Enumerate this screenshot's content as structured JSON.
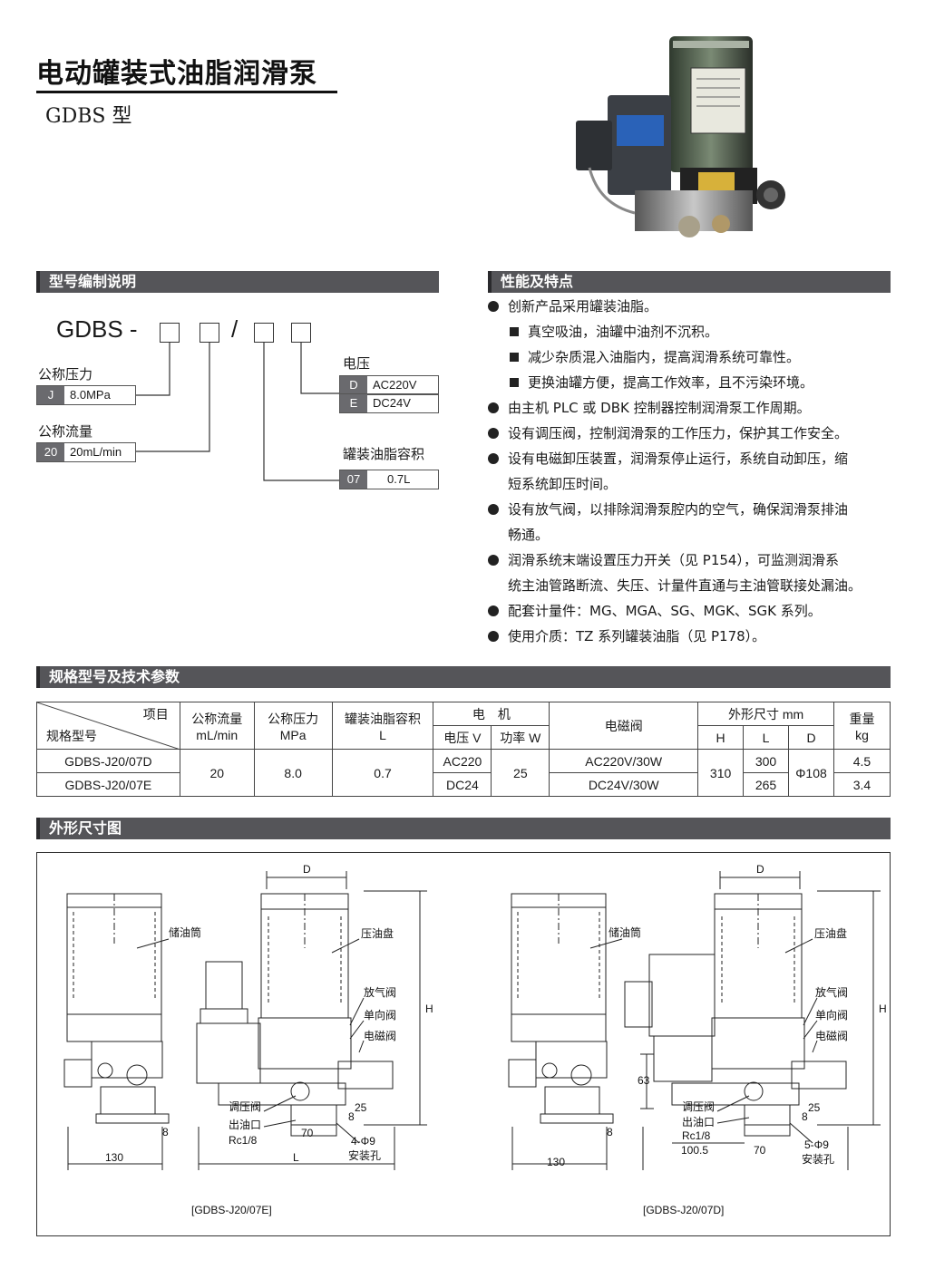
{
  "header": {
    "title": "电动罐装式油脂润滑泵",
    "subtitle": "GDBS 型"
  },
  "sections": {
    "model_code": "型号编制说明",
    "features": "性能及特点",
    "specs": "规格型号及技术参数",
    "drawing": "外形尺寸图"
  },
  "model_code": {
    "prefix": "GDBS -",
    "slash": "/",
    "pressure_label": "公称压力",
    "pressure_code": "J",
    "pressure_value": "8.0MPa",
    "flow_label": "公称流量",
    "flow_code": "20",
    "flow_value": "20mL/min",
    "voltage_label": "电压",
    "voltage_options": [
      {
        "code": "D",
        "value": "AC220V"
      },
      {
        "code": "E",
        "value": "DC24V"
      }
    ],
    "volume_label": "罐装油脂容积",
    "volume_code": "07",
    "volume_value": "0.7L"
  },
  "features": [
    {
      "type": "bullet",
      "text": "创新产品采用罐装油脂。"
    },
    {
      "type": "sub",
      "text": "真空吸油，油罐中油剂不沉积。"
    },
    {
      "type": "sub",
      "text": "减少杂质混入油脂内，提高润滑系统可靠性。"
    },
    {
      "type": "sub",
      "text": "更换油罐方便，提高工作效率，且不污染环境。"
    },
    {
      "type": "bullet",
      "text": "由主机 PLC 或 DBK 控制器控制润滑泵工作周期。"
    },
    {
      "type": "bullet",
      "text": "设有调压阀，控制润滑泵的工作压力，保护其工作安全。"
    },
    {
      "type": "bullet",
      "text": "设有电磁卸压装置，润滑泵停止运行，系统自动卸压，缩"
    },
    {
      "type": "cont",
      "text": "短系统卸压时间。"
    },
    {
      "type": "bullet",
      "text": "设有放气阀，以排除润滑泵腔内的空气，确保润滑泵排油"
    },
    {
      "type": "cont",
      "text": "畅通。"
    },
    {
      "type": "bullet",
      "text": "润滑系统末端设置压力开关（见 P154），可监测润滑系"
    },
    {
      "type": "cont",
      "text": "统主油管路断流、失压、计量件直通与主油管联接处漏油。"
    },
    {
      "type": "bullet",
      "text": "配套计量件：MG、MGA、SG、MGK、SGK 系列。"
    },
    {
      "type": "bullet",
      "text": "使用介质：TZ 系列罐装油脂（见 P178）。"
    }
  ],
  "table": {
    "h_item": "项目",
    "h_model": "规格型号",
    "h_flow": "公称流量",
    "h_flow_unit": "mL/min",
    "h_pressure": "公称压力",
    "h_pressure_unit": "MPa",
    "h_volume": "罐装油脂容积",
    "h_volume_unit": "L",
    "h_motor": "电　机",
    "h_voltage": "电压 V",
    "h_power": "功率 W",
    "h_valve": "电磁阀",
    "h_dims": "外形尺寸 mm",
    "h_H": "H",
    "h_L": "L",
    "h_D": "D",
    "h_weight": "重量",
    "h_weight_unit": "kg",
    "flow": "20",
    "pressure": "8.0",
    "volume": "0.7",
    "power": "25",
    "H": "310",
    "D": "Φ108",
    "rows": [
      {
        "model": "GDBS-J20/07D",
        "voltage": "AC220",
        "valve": "AC220V/30W",
        "L": "300",
        "weight": "4.5"
      },
      {
        "model": "GDBS-J20/07E",
        "voltage": "DC24",
        "valve": "DC24V/30W",
        "L": "265",
        "weight": "3.4"
      }
    ]
  },
  "drawing": {
    "left": {
      "caption": "[GDBS-J20/07E]",
      "tank": "储油筒",
      "plate": "压油盘",
      "vent": "放气阀",
      "check": "单向阀",
      "solenoid": "电磁阀",
      "regulator": "调压阀",
      "outlet": "出油口",
      "thread": "Rc1/8",
      "holes": "4-Φ9",
      "mount": "安装孔",
      "dim_D": "D",
      "dim_H": "H",
      "dim_L": "L",
      "dim_130": "130",
      "dim_70": "70",
      "dim_25": "25",
      "dim_8a": "8",
      "dim_8b": "8"
    },
    "right": {
      "caption": "[GDBS-J20/07D]",
      "tank": "储油筒",
      "plate": "压油盘",
      "vent": "放气阀",
      "check": "单向阀",
      "solenoid": "电磁阀",
      "regulator": "调压阀",
      "outlet": "出油口",
      "thread": "Rc1/8",
      "holes": "5-Φ9",
      "mount": "安装孔",
      "dim_D": "D",
      "dim_H": "H",
      "dim_63": "63",
      "dim_130": "130",
      "dim_100": "100.5",
      "dim_70": "70",
      "dim_25": "25",
      "dim_8a": "8",
      "dim_8b": "8"
    }
  }
}
